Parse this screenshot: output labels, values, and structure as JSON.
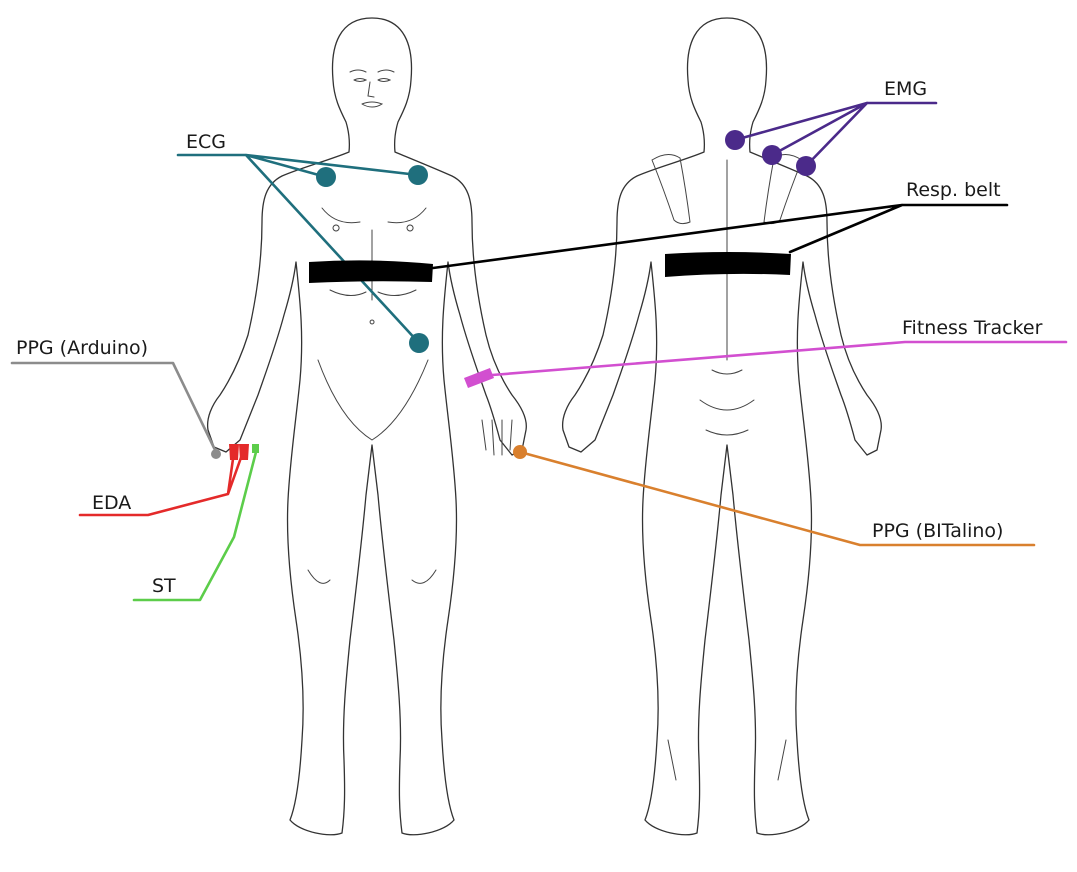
{
  "sensors": {
    "ecg": {
      "label": "ECG",
      "color": "#1f6f7d"
    },
    "emg": {
      "label": "EMG",
      "color": "#4b2a8a"
    },
    "resp": {
      "label": "Resp. belt",
      "color": "#000000"
    },
    "fitness": {
      "label": "Fitness Tracker",
      "color": "#d24fd0"
    },
    "ppg_arduino": {
      "label": "PPG (Arduino)",
      "color": "#8c8c8c"
    },
    "eda": {
      "label": "EDA",
      "color": "#e42a2a"
    },
    "st": {
      "label": "ST",
      "color": "#5ccd4a"
    },
    "ppg_bitalino": {
      "label": "PPG (BITalino)",
      "color": "#d9802e"
    }
  },
  "figures": [
    {
      "view": "front",
      "icon": "human-body-front-icon"
    },
    {
      "view": "back",
      "icon": "human-body-back-icon"
    }
  ]
}
